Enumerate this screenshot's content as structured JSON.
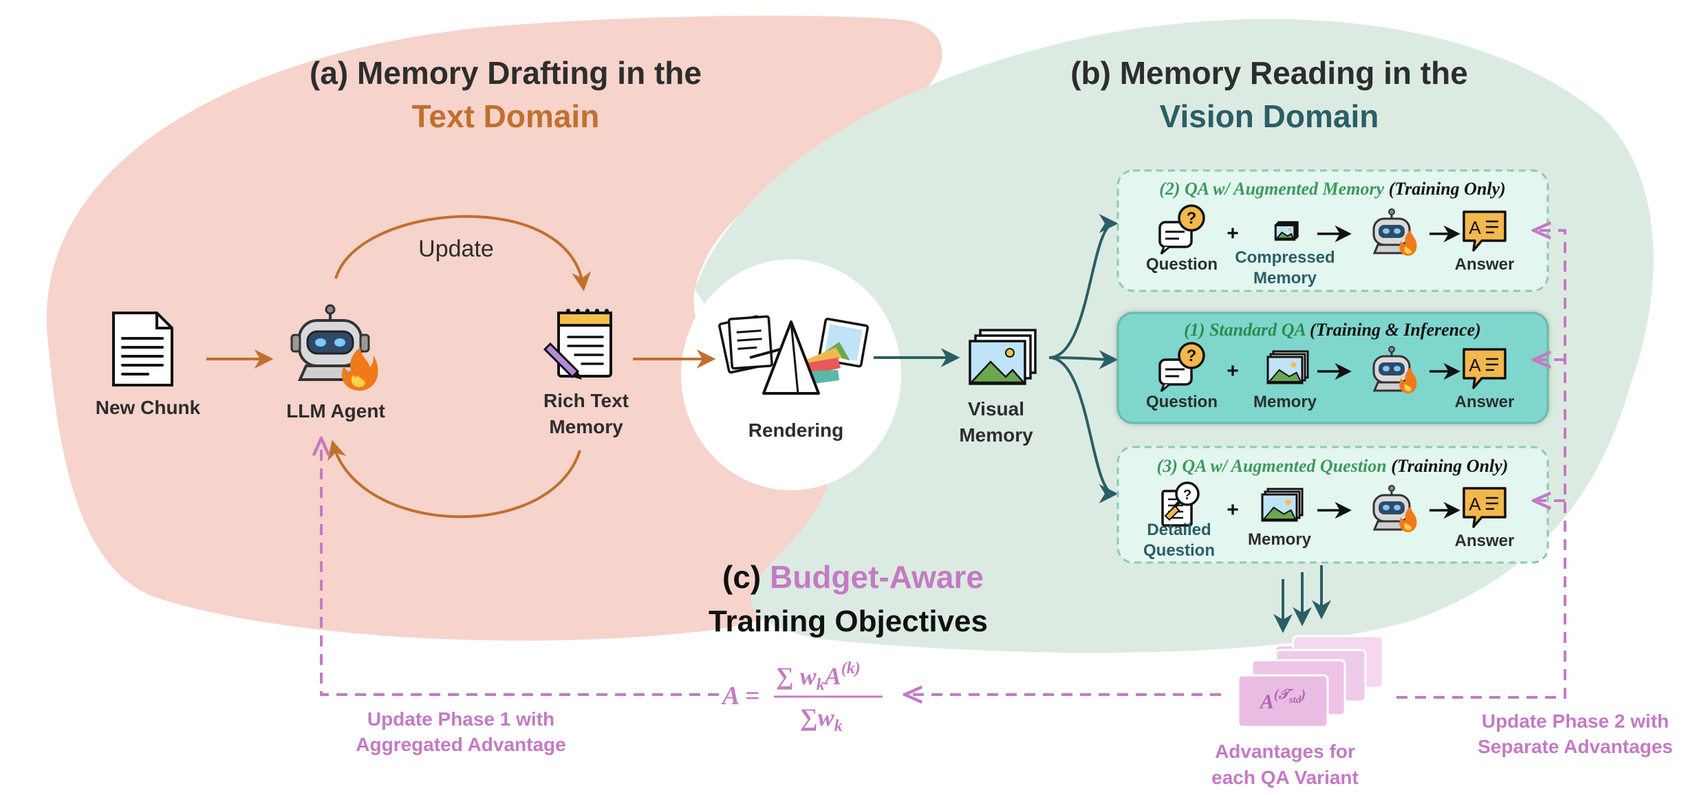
{
  "section_a": {
    "title_line1": "(a) Memory Drafting in the",
    "title_line2": "Text Domain"
  },
  "section_b": {
    "title_line1": "(b) Memory Reading in the",
    "title_line2": "Vision Domain"
  },
  "section_c": {
    "prefix": "(c) ",
    "highlight": "Budget-Aware",
    "line2": "Training Objectives"
  },
  "nodes": {
    "new_chunk": "New Chunk",
    "llm_agent": "LLM Agent",
    "rich_text_memory_1": "Rich Text",
    "rich_text_memory_2": "Memory",
    "update": "Update",
    "rendering": "Rendering",
    "visual_memory_1": "Visual",
    "visual_memory_2": "Memory"
  },
  "qa_boxes": {
    "box2": {
      "title": "(2) QA w/ Augmented Memory",
      "suffix": " (Training Only)",
      "question": "Question",
      "memory_1": "Compressed",
      "memory_2": "Memory",
      "answer": "Answer"
    },
    "box1": {
      "title": "(1) Standard QA",
      "suffix": " (Training & Inference)",
      "question": "Question",
      "memory": "Memory",
      "answer": "Answer"
    },
    "box3": {
      "title": "(3) QA w/ Augmented Question",
      "suffix": " (Training Only)",
      "question_1": "Detailed",
      "question_2": "Question",
      "memory": "Memory",
      "answer": "Answer"
    }
  },
  "advantages": {
    "card_label": "A^(T std)",
    "caption_1": "Advantages for",
    "caption_2": "each QA Variant"
  },
  "formula": {
    "lhs": "A =",
    "numerator": "∑ w",
    "num_sub": "k",
    "num_A": "A",
    "num_sup": "(k)",
    "denominator": "∑w",
    "den_sub": "k"
  },
  "phase_labels": {
    "phase1_1": "Update Phase 1 with",
    "phase1_2": "Aggregated Advantage",
    "phase2_1": "Update Phase 2 with",
    "phase2_2": "Separate Advantages"
  },
  "colors": {
    "text_domain_bg": "#f6d3cb",
    "vision_domain_bg": "#dcebe2",
    "orange": "#c0702e",
    "teal": "#2b5e66",
    "green_italic": "#3c9a5a",
    "purple": "#c47ac4",
    "qa_box_bg": "#e3f6f0",
    "qa_box_border": "#8ccab4",
    "standard_qa_bg": "#7fd6cc"
  }
}
